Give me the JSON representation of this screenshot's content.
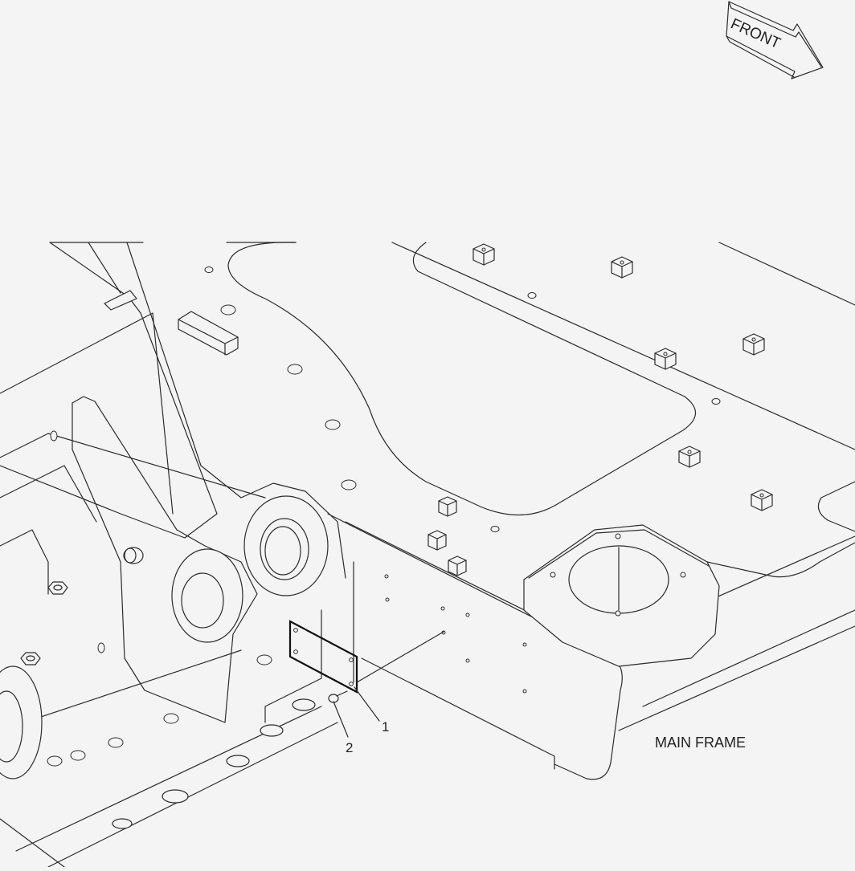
{
  "labels": {
    "front": "FRONT",
    "main_frame": "MAIN FRAME",
    "callout_1": "1",
    "callout_2": "2"
  },
  "colors": {
    "background": "#f4f4f4",
    "line": "#2b2b2b"
  }
}
